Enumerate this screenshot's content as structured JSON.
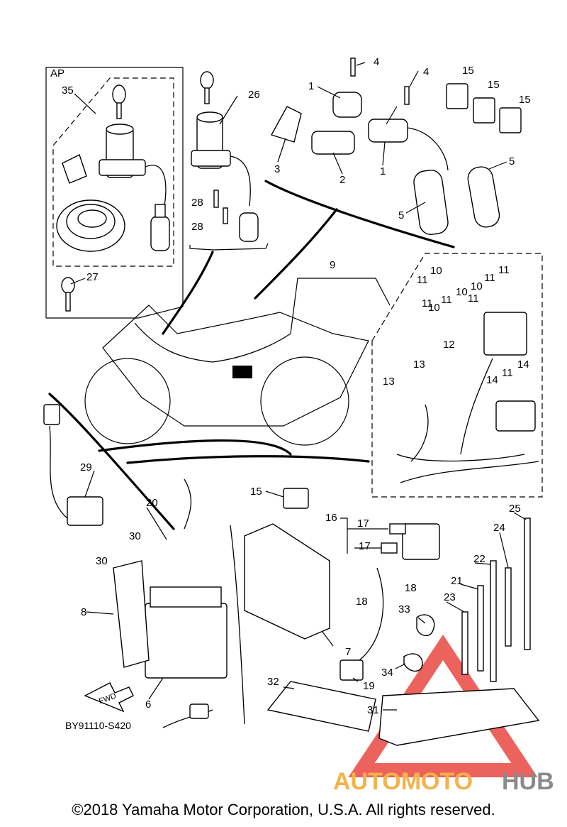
{
  "diagram": {
    "group_label": "AP",
    "part_code": "BY91110-S420",
    "fwd_label": "FWD",
    "callouts": [
      "1",
      "1",
      "2",
      "3",
      "4",
      "4",
      "5",
      "5",
      "6",
      "7",
      "8",
      "9",
      "10",
      "10",
      "10",
      "10",
      "11",
      "11",
      "11",
      "11",
      "11",
      "11",
      "11",
      "12",
      "13",
      "13",
      "14",
      "14",
      "15",
      "15",
      "15",
      "15",
      "16",
      "17",
      "17",
      "18",
      "18",
      "19",
      "20",
      "21",
      "22",
      "23",
      "24",
      "25",
      "26",
      "27",
      "28",
      "28",
      "29",
      "30",
      "30",
      "31",
      "32",
      "33",
      "34",
      "35"
    ]
  },
  "watermark": {
    "brand_part1": "AUTOMOTO",
    "brand_part2": "HUB",
    "colors": {
      "part1": "#f4b24a",
      "part2": "#8a8a8a",
      "triangle": "#e9463f"
    }
  },
  "footer": {
    "copyright": "©2018 Yamaha Motor Corporation, U.S.A. All rights reserved."
  }
}
